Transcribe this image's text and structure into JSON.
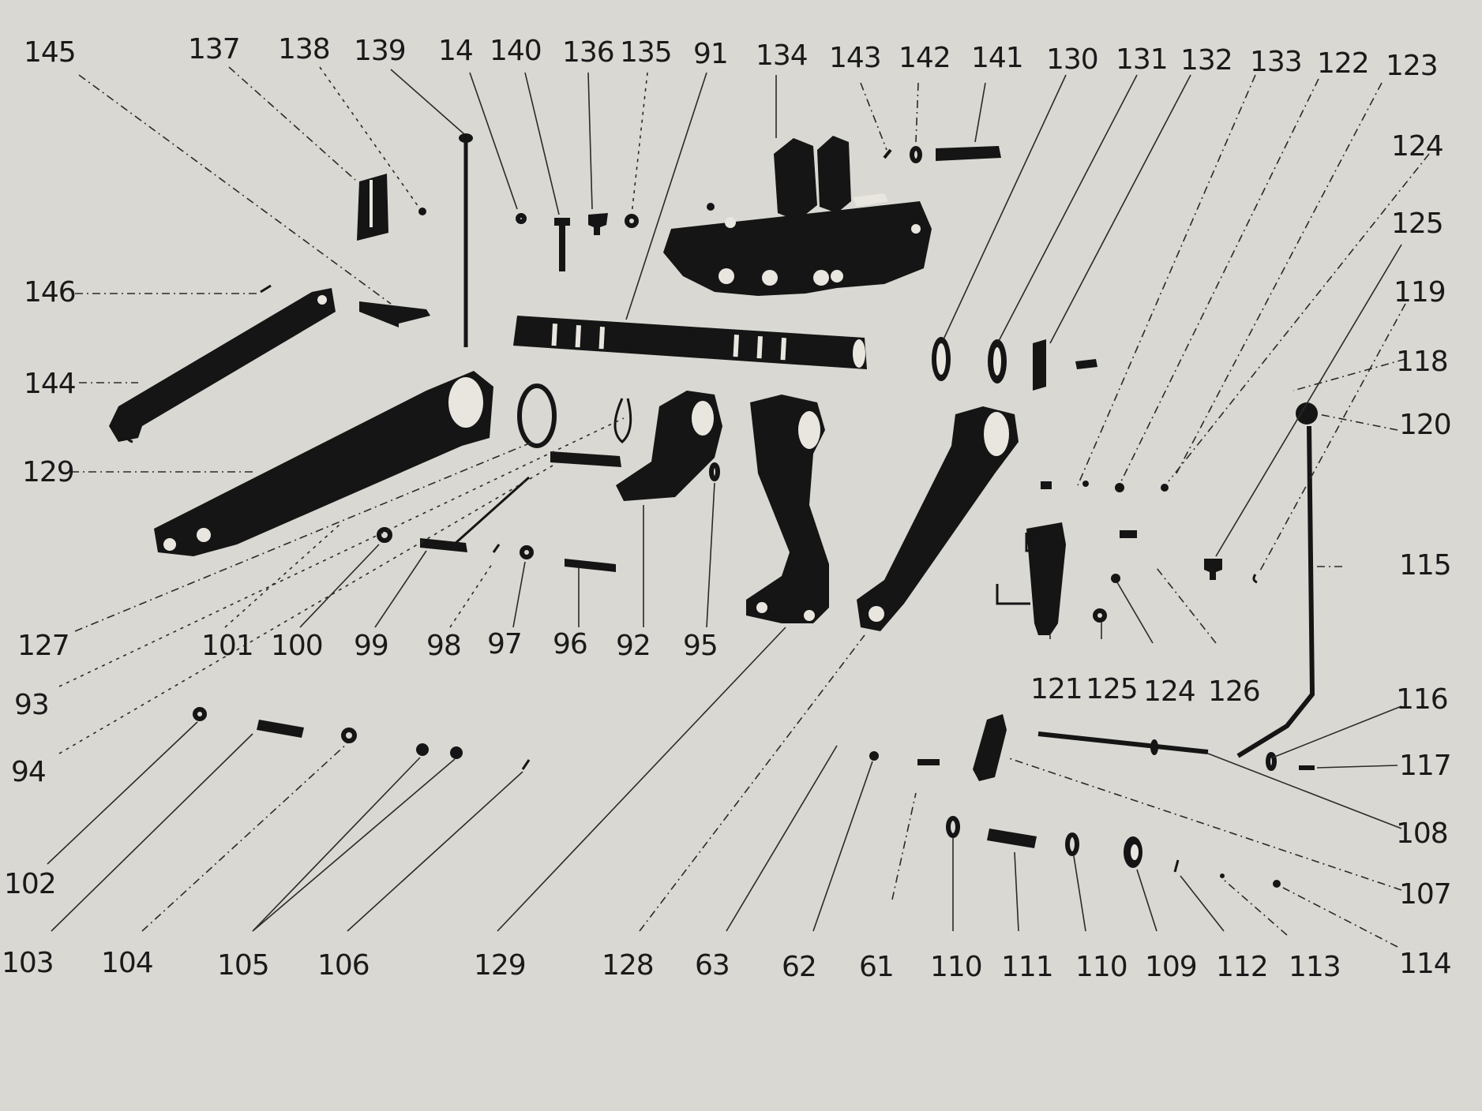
{
  "labels": [
    "145",
    "137",
    "138",
    "139",
    "14",
    "140",
    "136",
    "135",
    "91",
    "134",
    "143",
    "142",
    "141",
    "130",
    "131",
    "132",
    "133",
    "122",
    "123",
    "124",
    "125",
    "119",
    "118",
    "120",
    "146",
    "144",
    "129",
    "115",
    "127",
    "101",
    "100",
    "99",
    "98",
    "97",
    "96",
    "92",
    "95",
    "121",
    "125",
    "124",
    "126",
    "93",
    "116",
    "94",
    "117",
    "108",
    "102",
    "107",
    "103",
    "104",
    "105",
    "106",
    "129",
    "128",
    "63",
    "62",
    "61",
    "110",
    "111",
    "110",
    "109",
    "112",
    "113",
    "114"
  ]
}
